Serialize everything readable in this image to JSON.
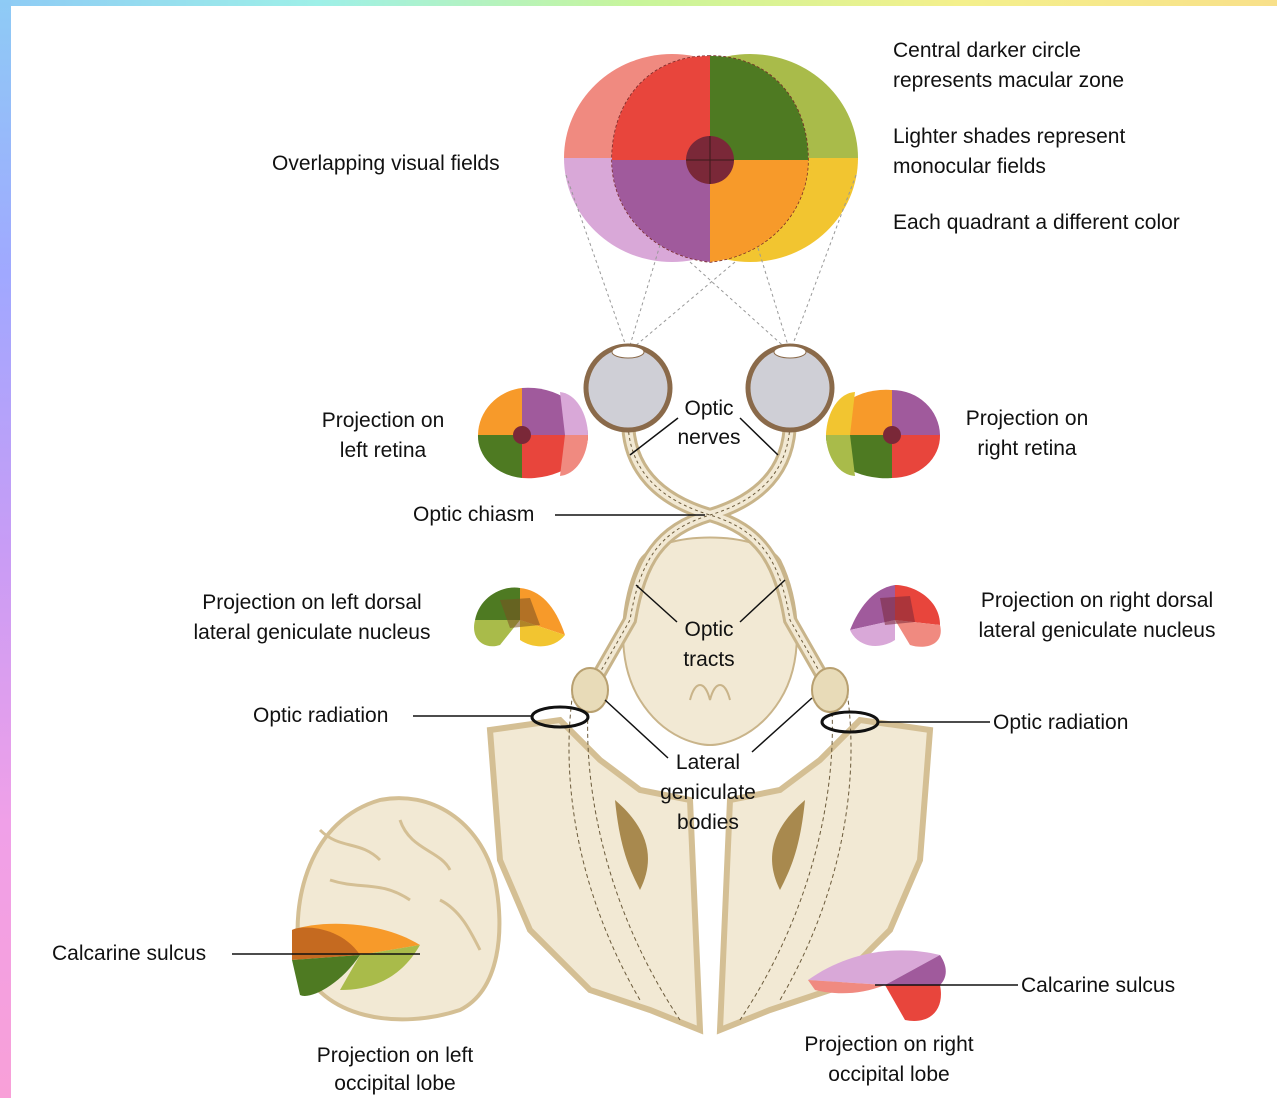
{
  "labels": {
    "overlapping_fields": "Overlapping visual fields",
    "central_circle_1": "Central darker circle",
    "central_circle_2": "represents macular zone",
    "lighter_1": "Lighter shades represent",
    "lighter_2": "monocular fields",
    "quadrant": "Each quadrant a different color",
    "proj_left_retina_1": "Projection on",
    "proj_left_retina_2": "left retina",
    "proj_right_retina_1": "Projection on",
    "proj_right_retina_2": "right retina",
    "optic_nerves_1": "Optic",
    "optic_nerves_2": "nerves",
    "optic_chiasm": "Optic chiasm",
    "proj_left_lgn_1": "Projection on left dorsal",
    "proj_left_lgn_2": "lateral geniculate nucleus",
    "proj_right_lgn_1": "Projection on right dorsal",
    "proj_right_lgn_2": "lateral geniculate nucleus",
    "optic_tracts_1": "Optic",
    "optic_tracts_2": "tracts",
    "optic_radiation_left": "Optic radiation",
    "optic_radiation_right": "Optic radiation",
    "lgb_1": "Lateral",
    "lgb_2": "geniculate",
    "lgb_3": "bodies",
    "calcarine_left": "Calcarine sulcus",
    "calcarine_right": "Calcarine sulcus",
    "proj_left_occ_1": "Projection on left",
    "proj_left_occ_2": "occipital lobe",
    "proj_right_occ_1": "Projection on right",
    "proj_right_occ_2": "occipital lobe"
  },
  "colors": {
    "red": "#e8453c",
    "light_red": "#f08a80",
    "green": "#4e7a22",
    "light_green": "#a9bb4a",
    "orange": "#f79a2a",
    "yellow": "#f2c530",
    "purple": "#a05a9c",
    "light_purple": "#d9a8d8",
    "macula": "#7a2838",
    "tissue": "#f2e9d4",
    "tissue_edge": "#d4bf94",
    "eyeball": "#cfcfd6"
  }
}
